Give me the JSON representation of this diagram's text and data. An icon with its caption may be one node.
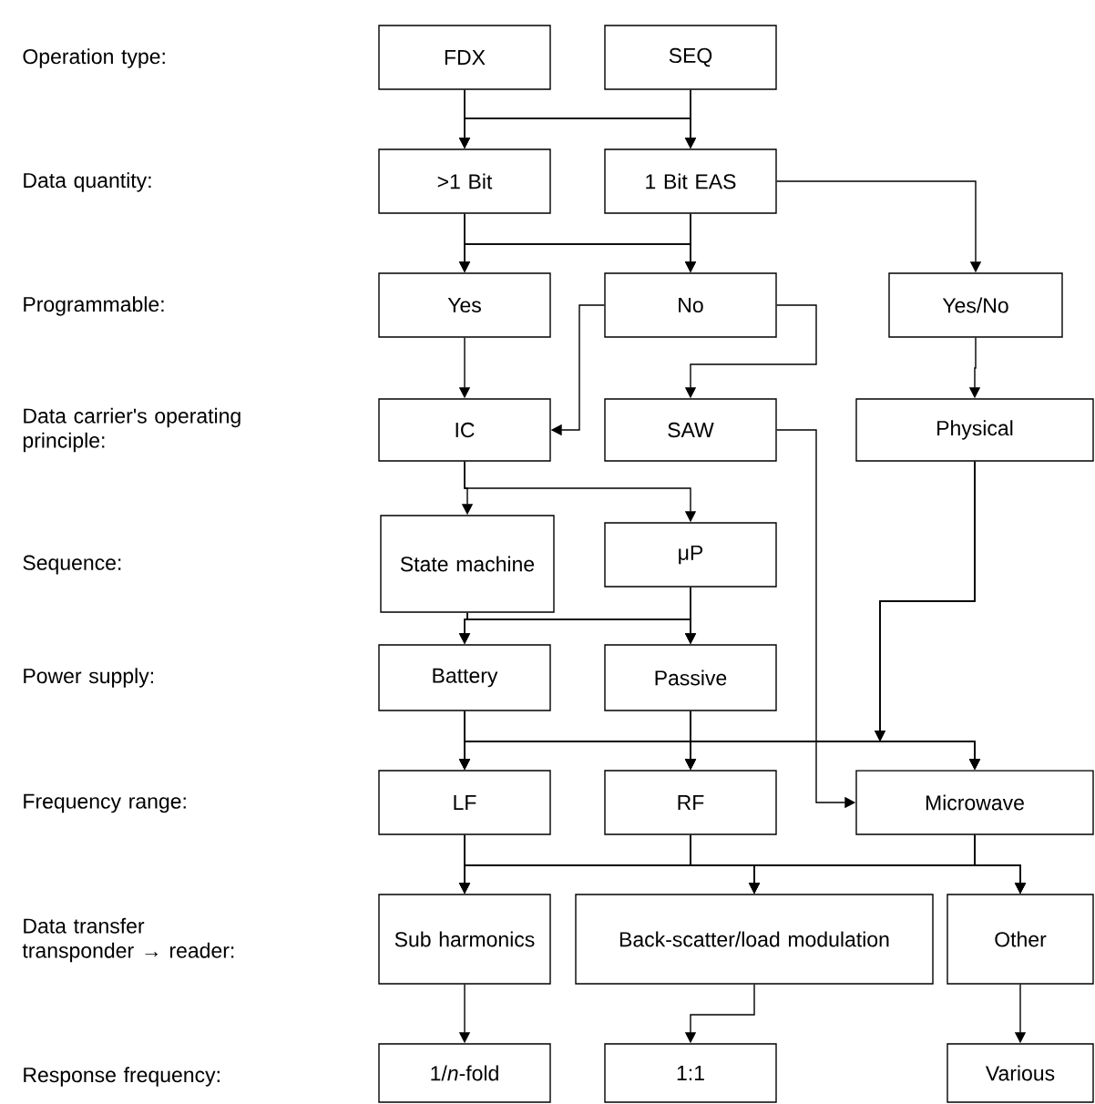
{
  "diagram": {
    "nodes": [
      {
        "text": [
          "FDX"
        ]
      },
      {
        "text": [
          "SEQ"
        ]
      },
      {
        "text": [
          ">1 Bit"
        ]
      },
      {
        "text": [
          "1 Bit EAS"
        ]
      },
      {
        "text": [
          "Yes"
        ]
      },
      {
        "text": [
          "No"
        ]
      },
      {
        "text": [
          "Yes/No"
        ]
      },
      {
        "text": [
          "IC"
        ]
      },
      {
        "text": [
          "SAW"
        ]
      },
      {
        "text": [
          "Physical"
        ]
      },
      {
        "text": [
          "State machine"
        ]
      },
      {
        "text": [
          "μP"
        ]
      },
      {
        "text": [
          "Battery"
        ]
      },
      {
        "text": [
          "Passive"
        ]
      },
      {
        "text": [
          "LF"
        ]
      },
      {
        "text": [
          "RF"
        ]
      },
      {
        "text": [
          "Microwave"
        ]
      },
      {
        "text": [
          "Sub harmonics"
        ]
      },
      {
        "text": [
          "Back-scatter/load modulation"
        ]
      },
      {
        "text": [
          "Other"
        ]
      },
      {
        "text": [
          "1/*n*-fold"
        ]
      },
      {
        "text": [
          "1:1"
        ]
      },
      {
        "text": [
          "Various"
        ]
      }
    ],
    "edges": [
      {
        "from": 0,
        "to": 2,
        "arrow": "to"
      },
      {
        "from": 0,
        "to": 3,
        "arrow": "to"
      },
      {
        "from": 1,
        "to": 2,
        "arrow": "to"
      },
      {
        "from": 1,
        "to": 3,
        "arrow": "to"
      },
      {
        "from": 2,
        "to": 4,
        "arrow": "to"
      },
      {
        "from": 2,
        "to": 5,
        "arrow": "to"
      },
      {
        "from": 3,
        "to": 4,
        "arrow": "to"
      },
      {
        "from": 3,
        "to": 5,
        "arrow": "to"
      },
      {
        "from": 3,
        "to": 6,
        "arrow": "to"
      },
      {
        "from": 4,
        "to": 7,
        "arrow": "to"
      },
      {
        "from": 5,
        "to": 7,
        "arrow": "to"
      },
      {
        "from": 5,
        "to": 8,
        "arrow": "to"
      },
      {
        "from": 6,
        "to": 9,
        "arrow": "to"
      },
      {
        "from": 7,
        "to": 10,
        "arrow": "to"
      },
      {
        "from": 7,
        "to": 11,
        "arrow": "to"
      },
      {
        "from": 8,
        "to": 16,
        "arrow": "to"
      },
      {
        "from": 9,
        "to": 14,
        "arrow": "to"
      },
      {
        "from": 9,
        "to": 15,
        "arrow": "to"
      },
      {
        "from": 9,
        "to": 16,
        "arrow": "to"
      },
      {
        "from": 10,
        "to": 12,
        "arrow": "to"
      },
      {
        "from": 10,
        "to": 13,
        "arrow": "to"
      },
      {
        "from": 11,
        "to": 12,
        "arrow": "to"
      },
      {
        "from": 11,
        "to": 13,
        "arrow": "to"
      },
      {
        "from": 12,
        "to": 14,
        "arrow": "to"
      },
      {
        "from": 12,
        "to": 15,
        "arrow": "to"
      },
      {
        "from": 12,
        "to": 16,
        "arrow": "to"
      },
      {
        "from": 13,
        "to": 14,
        "arrow": "to"
      },
      {
        "from": 13,
        "to": 15,
        "arrow": "to"
      },
      {
        "from": 13,
        "to": 16,
        "arrow": "to"
      },
      {
        "from": 14,
        "to": 17,
        "arrow": "to"
      },
      {
        "from": 14,
        "to": 18,
        "arrow": "to"
      },
      {
        "from": 14,
        "to": 19,
        "arrow": "to"
      },
      {
        "from": 15,
        "to": 17,
        "arrow": "to"
      },
      {
        "from": 15,
        "to": 18,
        "arrow": "to"
      },
      {
        "from": 15,
        "to": 19,
        "arrow": "to"
      },
      {
        "from": 16,
        "to": 17,
        "arrow": "to"
      },
      {
        "from": 16,
        "to": 18,
        "arrow": "to"
      },
      {
        "from": 16,
        "to": 19,
        "arrow": "to"
      },
      {
        "from": 17,
        "to": 20,
        "arrow": "to"
      },
      {
        "from": 18,
        "to": 21,
        "arrow": "to"
      },
      {
        "from": 19,
        "to": 22,
        "arrow": "to"
      }
    ],
    "labels": [
      "Operation type:",
      "Data quantity:",
      "Programmable:",
      "Data carrier's operating principle:",
      "Sequence:",
      "Power supply:",
      "Frequency range:",
      "Data transfer transponder → reader:",
      "Response frequency:"
    ]
  }
}
